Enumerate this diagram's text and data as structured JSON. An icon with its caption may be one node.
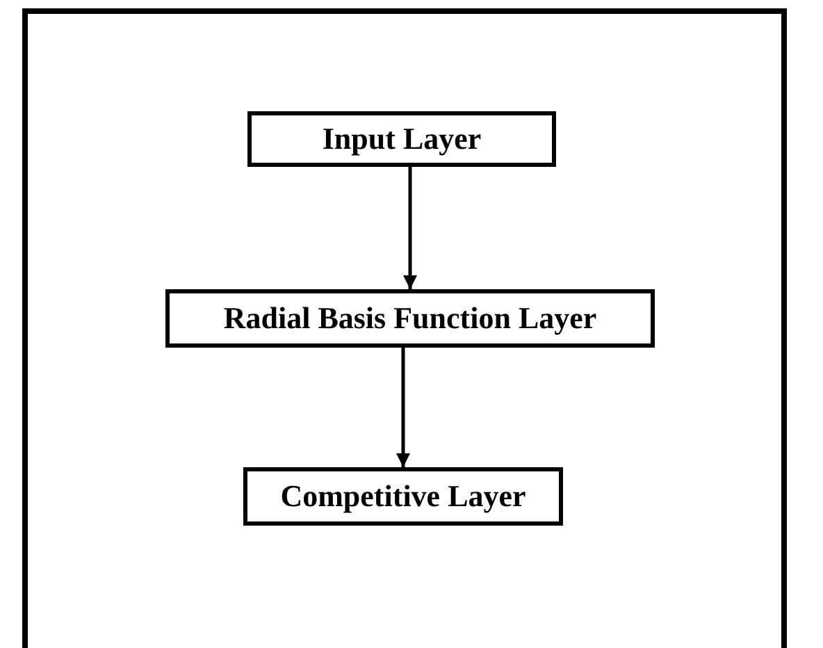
{
  "diagram": {
    "nodes": [
      {
        "text": [
          "Input Layer"
        ]
      },
      {
        "text": [
          "Radial Basis Function Layer"
        ]
      },
      {
        "text": [
          "Competitive Layer"
        ]
      }
    ],
    "edges": [
      {
        "from": 0,
        "to": 1,
        "arrow": "to"
      },
      {
        "from": 1,
        "to": 2,
        "arrow": "to"
      }
    ]
  }
}
